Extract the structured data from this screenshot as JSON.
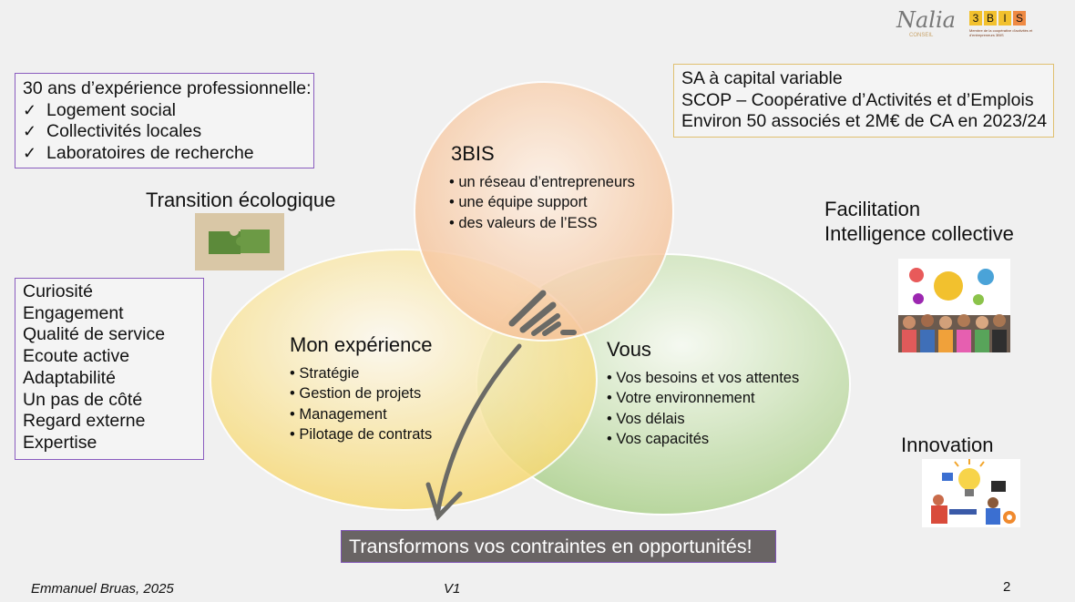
{
  "experience_box": {
    "heading": "30 ans d’expérience professionnelle:",
    "items": [
      "Logement social",
      "Collectivités locales",
      "Laboratoires de recherche"
    ]
  },
  "company_box": {
    "lines": [
      "SA à capital variable",
      "SCOP – Coopérative d’Activités et d’Emplois",
      "Environ 50 associés et 2M€ de CA en 2023/24"
    ]
  },
  "qualities_box": {
    "items": [
      "Curiosité",
      "Engagement",
      "Qualité de service",
      "Ecoute active",
      "Adaptabilité",
      "Un pas de côté",
      "Regard externe",
      "Expertise"
    ]
  },
  "transition": {
    "label": "Transition écologique"
  },
  "facilitation": {
    "line1": "Facilitation",
    "line2": "Intelligence collective"
  },
  "innovation": {
    "label": "Innovation"
  },
  "venn": {
    "top": {
      "title": "3BIS",
      "items": [
        "• un réseau d’entrepreneurs",
        "• une équipe support",
        "• des valeurs de l’ESS"
      ]
    },
    "left": {
      "title": "Mon expérience",
      "items": [
        "• Stratégie",
        "• Gestion de projets",
        "• Management",
        "• Pilotage de contrats"
      ]
    },
    "right": {
      "title": "Vous",
      "items": [
        "• Vos besoins et vos attentes",
        "• Votre environnement",
        "• Vos délais",
        "• Vos capacités"
      ]
    }
  },
  "banner": "Transformons vos contraintes en opportunités!",
  "footer": {
    "author": "Emmanuel Bruas, 2025",
    "version": "V1",
    "page": "2"
  },
  "logos": {
    "nalia": "Nalia",
    "nalia_sub": "CONSEIL",
    "brand_letters": [
      "3",
      "B",
      "I",
      "S"
    ],
    "brand_tagline": "Membre de la coopérative d'activités et d'entrepreneurs 3BIS"
  },
  "colors": {
    "box_border": "#8a5cbf",
    "company_border": "#e0c070",
    "circle_top": "#f6c39a",
    "circle_left": "#f7dd7e",
    "circle_right": "#bcd9a0",
    "banner_bg": "#696464",
    "brand_yellow": "#f2c12e",
    "brand_orange": "#ef8a43"
  }
}
